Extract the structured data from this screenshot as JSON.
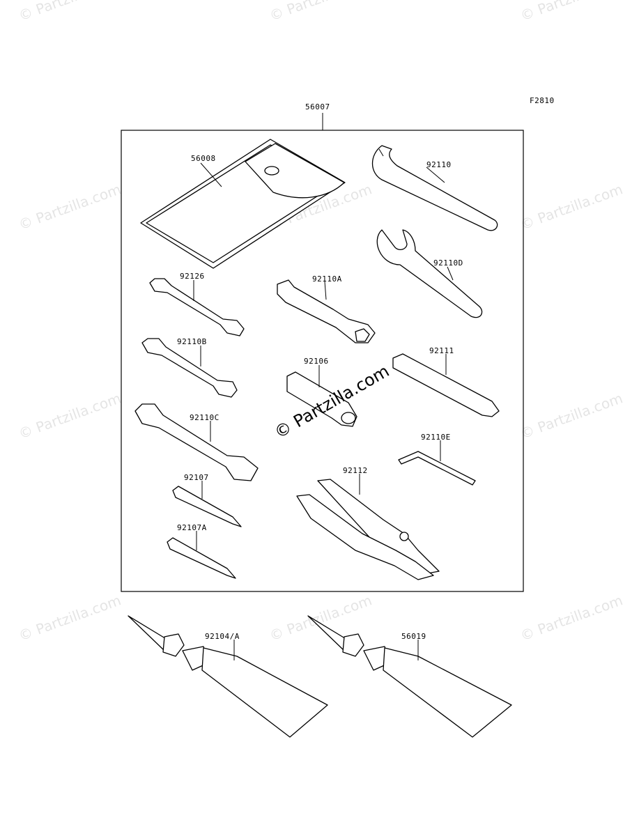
{
  "figure_code": "F2810",
  "kit_label": "56007",
  "watermark": "© Partzilla.com",
  "parts": {
    "pouch": "56008",
    "spanner_a": "92110",
    "spanner_d": "92110D",
    "wrench_126": "92126",
    "wrench_b": "92110B",
    "wrench_c": "92110C",
    "socket_a": "92110A",
    "bar_106": "92106",
    "handle_111": "92111",
    "hex_key_e": "92110E",
    "pliers_112": "92112",
    "driver_107": "92107",
    "driver_107a": "92107A",
    "tube_104": "92104/A",
    "tube_019": "56019"
  }
}
